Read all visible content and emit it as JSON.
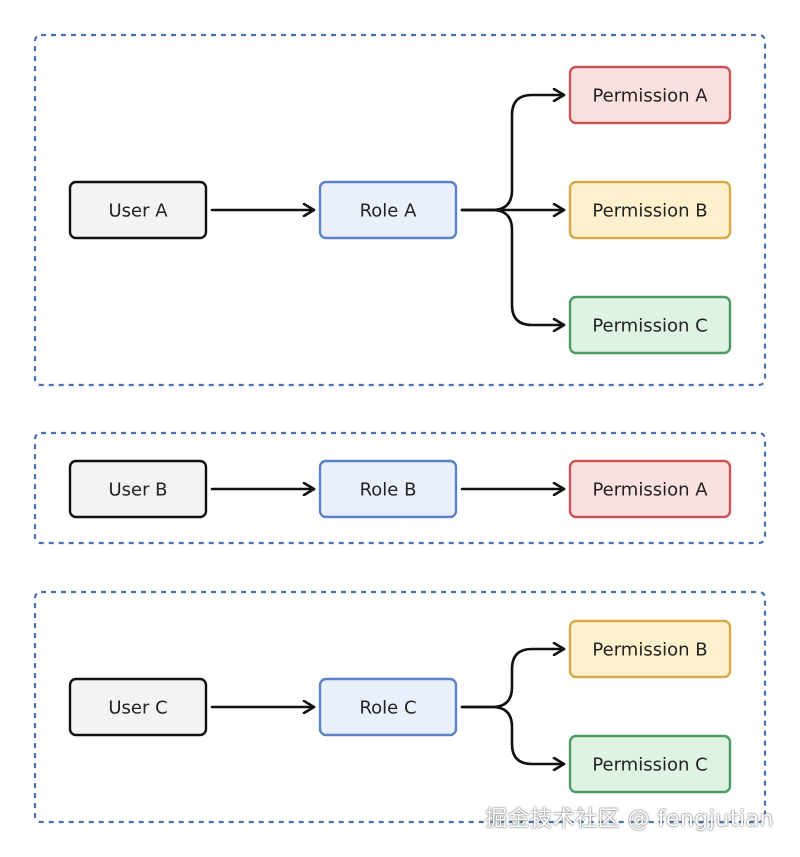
{
  "groups": [
    {
      "id": "group-a",
      "user": "User A",
      "role": "Role A",
      "permissions": [
        "Permission A",
        "Permission B",
        "Permission C"
      ]
    },
    {
      "id": "group-b",
      "user": "User B",
      "role": "Role B",
      "permissions": [
        "Permission A"
      ]
    },
    {
      "id": "group-c",
      "user": "User C",
      "role": "Role C",
      "permissions": [
        "Permission B",
        "Permission C"
      ]
    }
  ],
  "styles": {
    "user": {
      "fill": "#f3f3f3",
      "stroke": "#111111"
    },
    "role": {
      "fill": "#eaf0fb",
      "stroke": "#5b82c4"
    },
    "Permission A": {
      "fill": "#fbe0e0",
      "stroke": "#c9575a"
    },
    "Permission B": {
      "fill": "#fdf1cd",
      "stroke": "#d5aa48"
    },
    "Permission C": {
      "fill": "#def3e3",
      "stroke": "#4f9c62"
    },
    "group_border": "#4a70b0"
  },
  "watermark": "掘金技术社区 @ fengjutian"
}
